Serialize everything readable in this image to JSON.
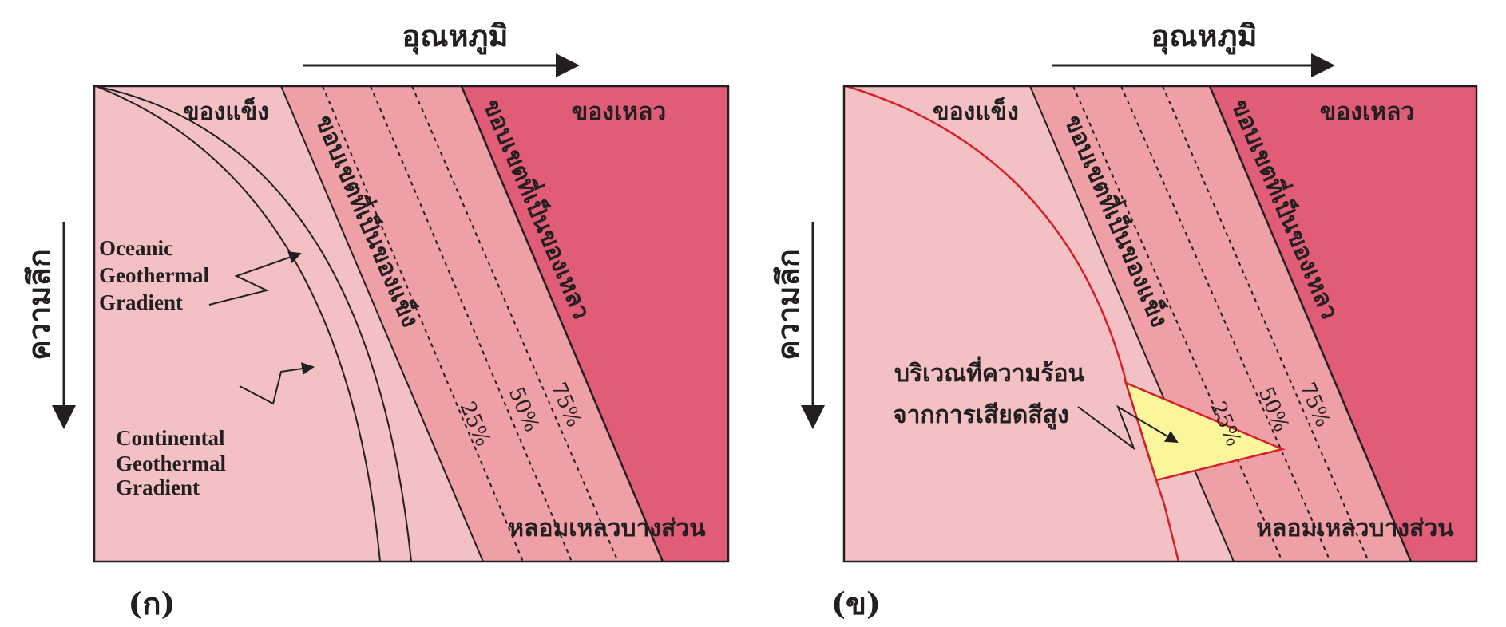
{
  "colors": {
    "solid": "#f3c1c4",
    "solidus_band": "#efa0a6",
    "liquid": "#e05c77",
    "outline": "#231f20",
    "red_curve": "#d3202b",
    "friction_zone": "#fbf59c"
  },
  "axis": {
    "temperature_label": "อุณหภูมิ",
    "depth_label": "ความลึก"
  },
  "regions": {
    "solid": "ของแข็ง",
    "liquid": "ของเหลว",
    "solidus": "ขอบเขตที่เป็นของแข็ง",
    "liquidus": "ขอบเขตที่เป็นของเหลว",
    "partial_melt": "หลอมเหลวบางส่วน"
  },
  "melt_percentages": [
    "25%",
    "50%",
    "75%"
  ],
  "panel_a": {
    "letter": "(ก)",
    "oceanic_gradient": [
      "Oceanic",
      "Geothermal",
      "Gradient"
    ],
    "continental_gradient": [
      "Continental",
      "Geothermal",
      "Gradient"
    ]
  },
  "panel_b": {
    "letter": "(ข)",
    "friction_heat": [
      "บริเวณที่ความร้อน",
      "จากการเสียดสีสูง"
    ]
  }
}
